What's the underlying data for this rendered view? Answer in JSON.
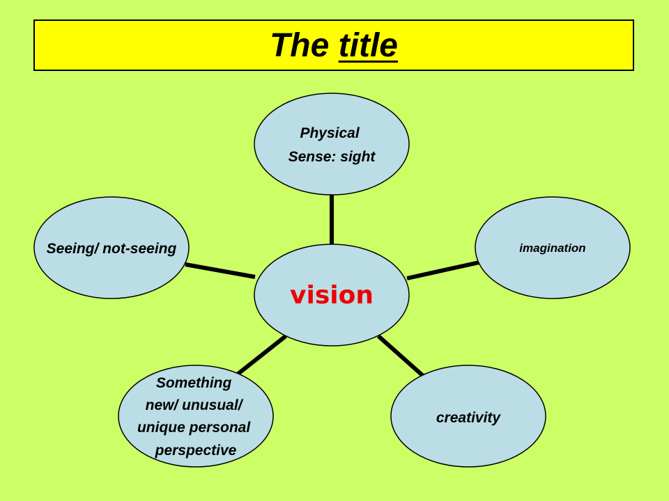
{
  "title": {
    "prefix": "The ",
    "underlined": "title"
  },
  "center": {
    "label": "vision"
  },
  "nodes": [
    {
      "id": "physical",
      "lines": [
        "Physical",
        "Sense: sight"
      ]
    },
    {
      "id": "imagination",
      "lines": [
        "imagination"
      ]
    },
    {
      "id": "creativity",
      "lines": [
        "creativity"
      ]
    },
    {
      "id": "something",
      "lines": [
        "Something",
        "new/ unusual/",
        "unique personal",
        "perspective"
      ]
    },
    {
      "id": "seeing",
      "lines": [
        "Seeing/ not-seeing"
      ]
    }
  ],
  "colors": {
    "background": "#ccff66",
    "title_box": "#ffff00",
    "node_fill": "#bbdde5",
    "center_text": "#ee0000",
    "stroke": "#000000"
  }
}
